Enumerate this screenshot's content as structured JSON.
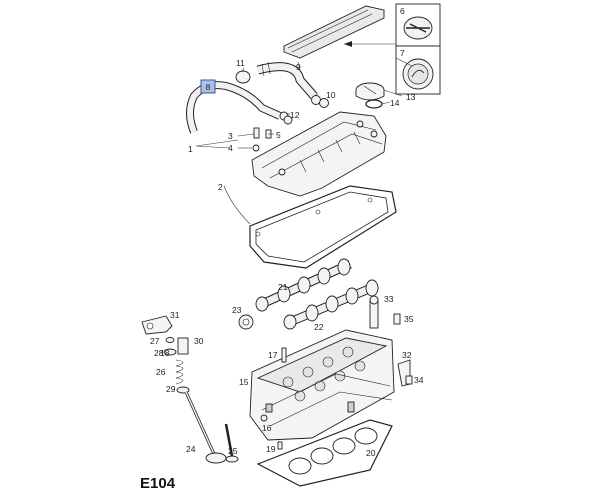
{
  "diagram": {
    "code": "E104",
    "highlighted_callout": "8",
    "callouts": [
      "1",
      "2",
      "3",
      "4",
      "5",
      "6",
      "7",
      "8",
      "9",
      "10",
      "11",
      "12",
      "13",
      "14",
      "15",
      "16",
      "17",
      "18",
      "19",
      "20",
      "21",
      "22",
      "23",
      "24",
      "25",
      "26",
      "27",
      "28",
      "29",
      "30",
      "31",
      "32",
      "33",
      "34",
      "35"
    ]
  },
  "colors": {
    "outline": "#222222",
    "highlight": "#a9c3e8"
  }
}
